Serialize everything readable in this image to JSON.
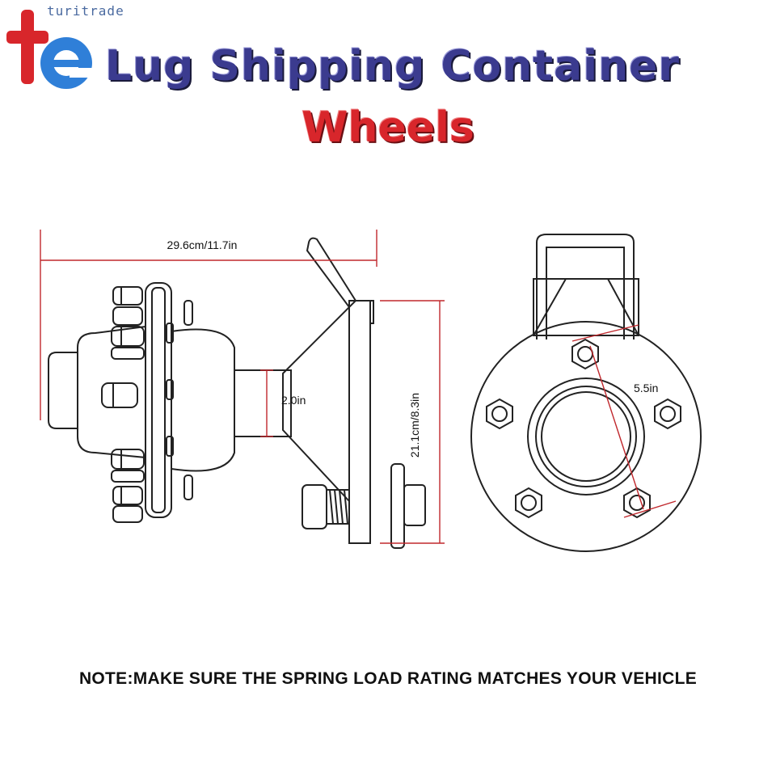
{
  "brand": {
    "name": "turitrade",
    "logo_letters": "te",
    "logo_colors": [
      "#d8262b",
      "#2f7fd8"
    ]
  },
  "title": {
    "line1": "Lug Shipping Container",
    "line2": "Wheels",
    "line1_color": "#3b3b8f",
    "line2_color": "#d8262b"
  },
  "dimensions": {
    "overall_length": "29.6cm/11.7in",
    "shaft_diameter": "2.0in",
    "plate_height": "21.1cm/8.3in",
    "bolt_spacing": "5.5in",
    "dimension_color": "#c0282d"
  },
  "note": "NOTE:MAKE SURE THE SPRING LOAD RATING MATCHES YOUR VEHICLE"
}
